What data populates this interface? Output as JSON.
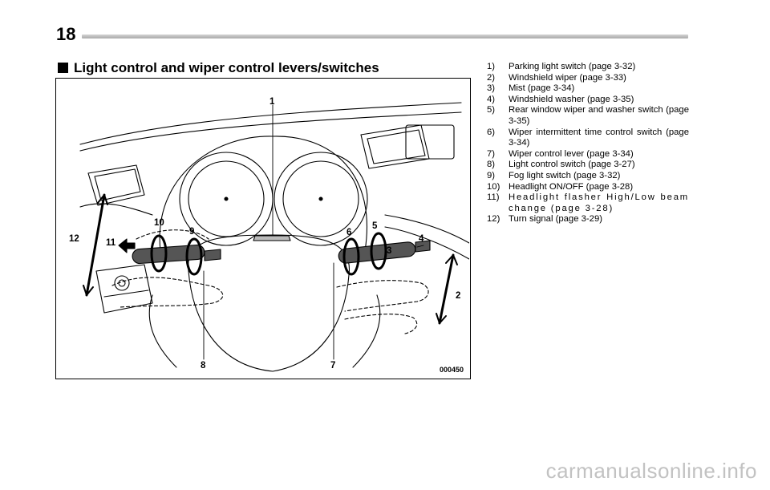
{
  "page": {
    "number": "18"
  },
  "section": {
    "title": "Light control and wiper control levers/switches"
  },
  "figure": {
    "code": "000450",
    "callouts": {
      "c1": "1",
      "c2": "2",
      "c3": "3",
      "c4": "4",
      "c5": "5",
      "c6": "6",
      "c7": "7",
      "c8": "8",
      "c9": "9",
      "c10": "10",
      "c11": "11",
      "c12": "12"
    }
  },
  "legend": [
    {
      "num": "1)",
      "text": "Parking light switch (page 3-32)"
    },
    {
      "num": "2)",
      "text": "Windshield wiper (page 3-33)"
    },
    {
      "num": "3)",
      "text": "Mist (page 3-34)"
    },
    {
      "num": "4)",
      "text": "Windshield washer (page 3-35)"
    },
    {
      "num": "5)",
      "text": "Rear window wiper and washer switch (page 3-35)"
    },
    {
      "num": "6)",
      "text": "Wiper intermittent time control switch (page 3-34)"
    },
    {
      "num": "7)",
      "text": "Wiper control lever (page 3-34)"
    },
    {
      "num": "8)",
      "text": "Light control switch (page 3-27)"
    },
    {
      "num": "9)",
      "text": "Fog light switch (page 3-32)"
    },
    {
      "num": "10)",
      "text": "Headlight ON/OFF (page 3-28)"
    },
    {
      "num": "11)",
      "text": "Headlight flasher High/Low beam change (page 3-28)"
    },
    {
      "num": "12)",
      "text": "Turn signal (page 3-29)"
    }
  ],
  "watermark": {
    "text": "carmanualsonline.info"
  }
}
